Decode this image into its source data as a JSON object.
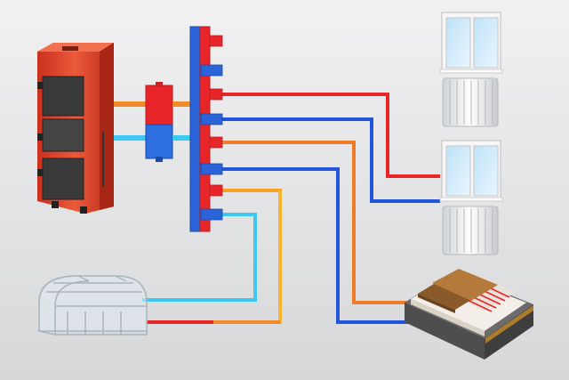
{
  "diagram": {
    "components": [
      {
        "id": "boiler",
        "name": "solid-fuel-boiler-icon"
      },
      {
        "id": "hydro-separator",
        "name": "hydraulic-separator-icon"
      },
      {
        "id": "manifold",
        "name": "distribution-manifold-icon"
      },
      {
        "id": "radiator-1",
        "name": "radiator-under-window-icon"
      },
      {
        "id": "radiator-2",
        "name": "radiator-under-window-icon"
      },
      {
        "id": "greenhouse",
        "name": "greenhouse-icon"
      },
      {
        "id": "floor-heating",
        "name": "underfloor-heating-icon"
      }
    ],
    "circuits": [
      {
        "from": "manifold",
        "to": "radiator-1"
      },
      {
        "from": "manifold",
        "to": "radiator-2"
      },
      {
        "from": "manifold",
        "to": "floor-heating"
      },
      {
        "from": "manifold",
        "to": "greenhouse"
      }
    ],
    "colors": {
      "background": "#e3e4e5",
      "hot": "#e8262a",
      "warm": "#f5a623",
      "cold": "#1f4fd8",
      "cool": "#3cc8f0",
      "boiler": "#e8472f"
    }
  }
}
